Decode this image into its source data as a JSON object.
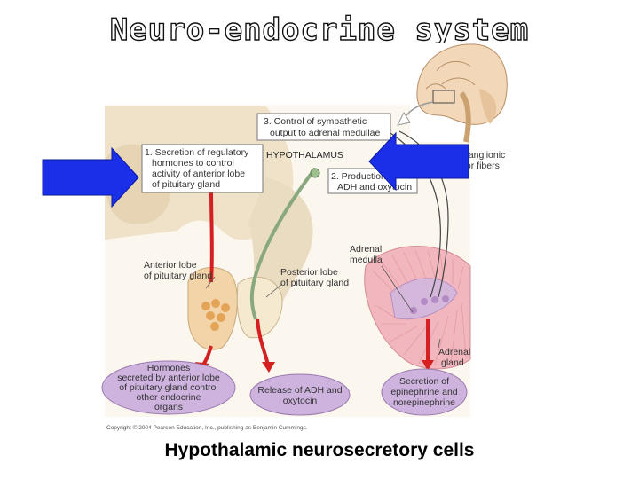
{
  "title": "Neuro-endocrine system",
  "caption": "Hypothalamic neurosecretory cells",
  "labels": {
    "box3_line1": "3. Control of sympathetic",
    "box3_line2": "output to adrenal medullae",
    "box1_line1": "1. Secretion of regulatory",
    "box1_line2": "hormones to control",
    "box1_line3": "activity of anterior lobe",
    "box1_line4": "of pituitary gland",
    "hypothalamus": "HYPOTHALAMUS",
    "box2_line1": "2. Production of",
    "box2_line2": "ADH and oxytocin",
    "ganglionic_line1": "ganglionic",
    "ganglionic_line2": "tor fibers",
    "adrenal_medulla_line1": "Adrenal",
    "adrenal_medulla_line2": "medulla",
    "anterior_lobe_line1": "Anterior lobe",
    "anterior_lobe_line2": "of pituitary gland",
    "posterior_lobe_line1": "Posterior lobe",
    "posterior_lobe_line2": "of pituitary gland",
    "adrenal_gland_line1": "Adrenal",
    "adrenal_gland_line2": "gland",
    "oval1_line1": "Hormones",
    "oval1_line2": "secreted by anterior lobe",
    "oval1_line3": "of pituitary gland control",
    "oval1_line4": "other endocrine",
    "oval1_line5": "organs",
    "oval2_line1": "Release of ADH and",
    "oval2_line2": "oxytocin",
    "oval3_line1": "Secretion of",
    "oval3_line2": "epinephrine and",
    "oval3_line3": "norepinephrine",
    "copyright": "Copyright © 2004 Pearson Education, Inc., publishing as Benjamin Cummings."
  },
  "colors": {
    "pointer_arrow": "#1b2fe8",
    "hormone_path": "#d42020",
    "nerve_path": "#8aa880",
    "oval_fill": "#cdb3de",
    "pituitary_fill": "#f2d4a8",
    "adrenal_fill": "#f2b7be"
  }
}
